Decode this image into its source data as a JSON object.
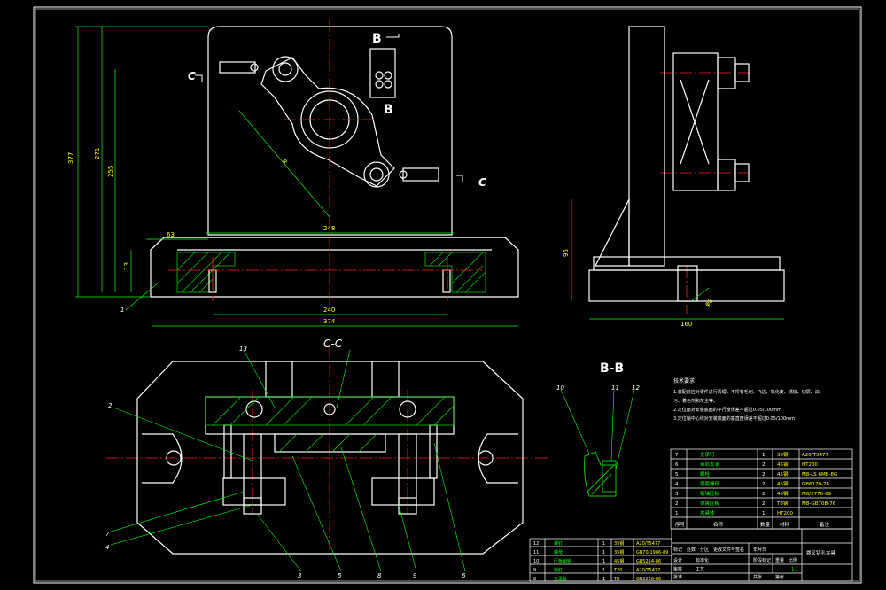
{
  "drawing": {
    "section_bb": "B-B",
    "section_cc": "C-C",
    "marker_b": "B",
    "marker_c": "C",
    "notes_heading": "技术要求",
    "notes": [
      "1.装配前应对零件进行清理，不得有毛刺、飞边、氧化皮、锈蚀、切屑、油",
      "污、着色剂和灰尘等。",
      "2.定位面对安装底面的平行度误差不超过0.05/100mm",
      "3.定位销中心线对安装底面的垂直度误差不超过0.05/100mm"
    ],
    "dims_main": [
      "377",
      "271",
      "255",
      "248",
      "13",
      "63",
      "240",
      "374"
    ],
    "dims_side": [
      "95",
      "160",
      "φ8"
    ],
    "radius_label": "R",
    "callouts": [
      "1",
      "2",
      "3",
      "4",
      "5",
      "6",
      "7",
      "8",
      "9",
      "10",
      "11",
      "12",
      "13"
    ]
  },
  "bom_upper": [
    {
      "no": "7",
      "name": "支承钉",
      "qty": "1",
      "mat": "35钢",
      "std": "A20/T5477"
    },
    {
      "no": "6",
      "name": "带肩支承",
      "qty": "2",
      "mat": "45钢",
      "std": "HT200"
    },
    {
      "no": "5",
      "name": "螺栓",
      "qty": "2",
      "mat": "45钢",
      "std": "M8-LS 6MB-8G"
    },
    {
      "no": "4",
      "name": "钢套螺母",
      "qty": "2",
      "mat": "45钢",
      "std": "GB6170-76"
    },
    {
      "no": "3",
      "name": "销轴压板",
      "qty": "2",
      "mat": "45钢",
      "std": "M6/2770-89"
    },
    {
      "no": "2",
      "name": "弹簧压板",
      "qty": "2",
      "mat": "T8钢",
      "std": "M8-GB70B-76"
    },
    {
      "no": "1",
      "name": "夹具体",
      "qty": "1",
      "mat": "HT200",
      "std": ""
    }
  ],
  "bom_upper_header": [
    "序号",
    "名称",
    "数量",
    "材料",
    "备注"
  ],
  "bom_lower": [
    {
      "no": "12",
      "name": "螺钉",
      "qty": "1",
      "mat": "35钢",
      "std": "A20/T5477"
    },
    {
      "no": "11",
      "name": "螺母",
      "qty": "1",
      "mat": "35钢",
      "std": "GB70-1986-89"
    },
    {
      "no": "10",
      "name": "压板销轴",
      "qty": "1",
      "mat": "45钢",
      "std": "GB5214-86"
    },
    {
      "no": "9",
      "name": "销钉",
      "qty": "1",
      "mat": "T20",
      "std": "A20/T5477"
    },
    {
      "no": "8",
      "name": "支承板",
      "qty": "1",
      "mat": "T8",
      "std": "GB2226-86"
    }
  ],
  "title_block": {
    "title": "拨叉钻孔夹具",
    "cells": [
      "标记",
      "处数",
      "分区",
      "更改文件号",
      "签名",
      "年月日",
      "设计",
      "标准化",
      "审核",
      "工艺",
      "批准",
      "阶段标记",
      "重量",
      "比例",
      "共张",
      "第张",
      "1:1"
    ]
  },
  "colors": {
    "background": "#000000",
    "line": "#ffffff",
    "hatch": "#00c800",
    "center": "#ff2020",
    "dim": "#00ff00",
    "text": "#ffff00"
  }
}
